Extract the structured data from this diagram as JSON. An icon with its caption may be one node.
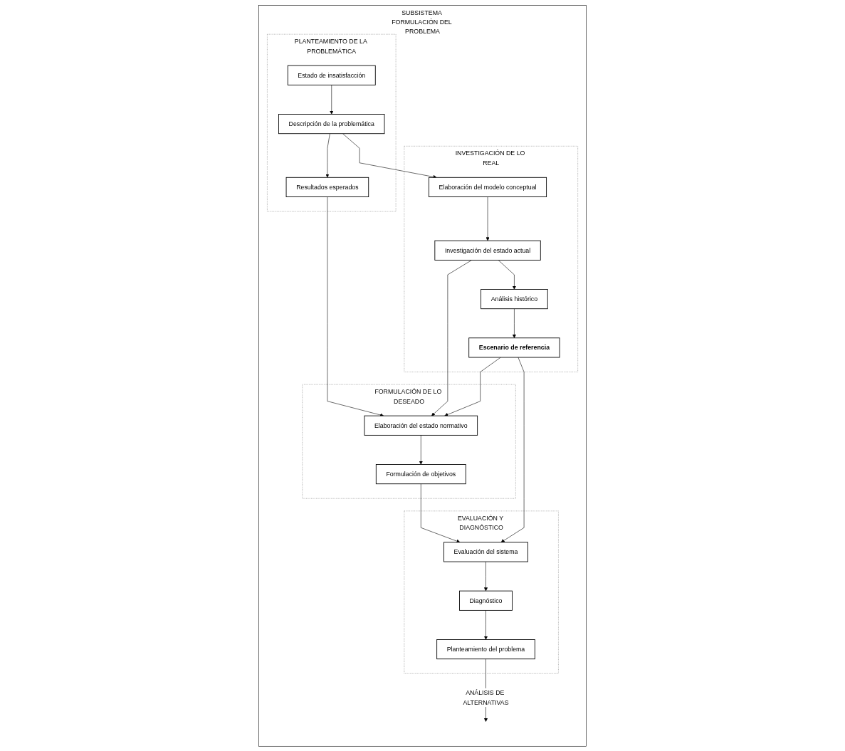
{
  "diagram": {
    "nodes": [
      {
        "text": [
          "SUBSISTEMA FORMULACIÓN DEL PROBLEMA"
        ]
      },
      {
        "text": [
          "PLANTEAMIENTO DE LA PROBLEMÁTICA"
        ],
        "in": 0
      },
      {
        "text": [
          "Estado de insatisfacción"
        ],
        "in": 1
      },
      {
        "text": [
          "Descripción de la problemática"
        ],
        "in": 1
      },
      {
        "text": [
          "Resultados esperados"
        ],
        "in": 1
      },
      {
        "text": [
          "INVESTIGACIÓN DE LO REAL"
        ],
        "in": 0
      },
      {
        "text": [
          "Elaboración del modelo conceptual"
        ],
        "in": 5
      },
      {
        "text": [
          "Investigación del estado actual"
        ],
        "in": 5
      },
      {
        "text": [
          "Análisis histórico"
        ],
        "in": 5
      },
      {
        "text": [
          "Escenario de referencia"
        ],
        "in": 5
      },
      {
        "text": [
          "FORMULACIÓN DE LO DESEADO"
        ],
        "in": 0
      },
      {
        "text": [
          "Elaboración del estado normativo"
        ],
        "in": 10
      },
      {
        "text": [
          "Formulación de objetivos"
        ],
        "in": 10
      },
      {
        "text": [
          "EVALUACIÓN Y DIAGNÓSTICO"
        ],
        "in": 0
      },
      {
        "text": [
          "Evaluación del sistema"
        ],
        "in": 13
      },
      {
        "text": [
          "Diagnóstico"
        ],
        "in": 13
      },
      {
        "text": [
          "Planteamiento del problema"
        ],
        "in": 13
      }
    ],
    "edges": [
      {
        "from": 2,
        "to": 3,
        "arrow": "to"
      },
      {
        "from": 3,
        "to": 4,
        "arrow": "to"
      },
      {
        "from": 3,
        "to": 6,
        "arrow": "to"
      },
      {
        "from": 4,
        "to": 11,
        "arrow": "to"
      },
      {
        "from": 6,
        "to": 7,
        "arrow": "to"
      },
      {
        "from": 7,
        "to": 11,
        "arrow": "to"
      },
      {
        "from": 7,
        "to": 8,
        "arrow": "to"
      },
      {
        "from": 8,
        "to": 9,
        "arrow": "to"
      },
      {
        "from": 9,
        "to": 11,
        "arrow": "to"
      },
      {
        "from": 11,
        "to": 12,
        "arrow": "to"
      },
      {
        "from": 12,
        "to": 14,
        "arrow": "to"
      },
      {
        "from": 9,
        "to": 14,
        "arrow": "to"
      },
      {
        "from": 14,
        "to": 15,
        "arrow": "to"
      },
      {
        "from": 15,
        "to": 16,
        "arrow": "to"
      },
      {
        "from": 16,
        "to": null,
        "arrow": "to",
        "label": "ANÁLISIS DE ALTERNATIVAS"
      }
    ]
  }
}
